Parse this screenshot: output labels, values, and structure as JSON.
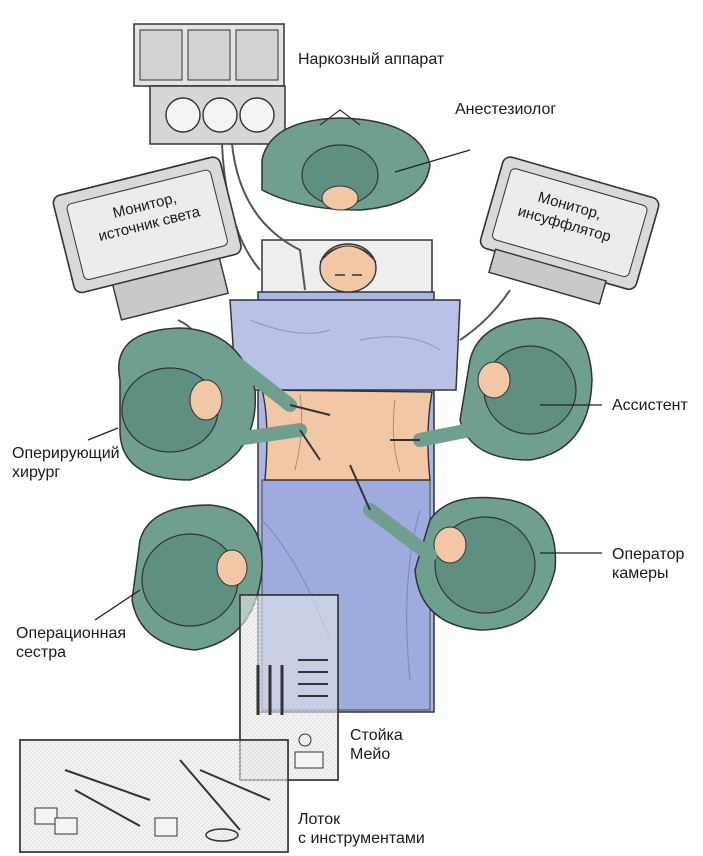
{
  "labels": {
    "anesthesia_machine": "Наркозный аппарат",
    "anesthesiologist": "Анестезиолог",
    "monitor_light": "Монитор,\nисточник света",
    "monitor_insufflator": "Монитор,\nинсуффлятор",
    "assistant": "Ассистент",
    "operating_surgeon": "Оперирующий\nхирург",
    "camera_operator": "Оператор\nкамеры",
    "scrub_nurse": "Операционная\nсестра",
    "mayo_stand": "Стойка\nМейо",
    "instrument_tray": "Лоток\nс инструментами"
  },
  "colors": {
    "gown": "#6f9f8f",
    "gown_dark": "#4f7f70",
    "drape": "#b9c2e6",
    "drape_dark": "#8f9ccc",
    "skin": "#f2c7a6",
    "equipment": "#d6d6d6",
    "equipment_dark": "#9a9a9a",
    "line": "#222222"
  }
}
